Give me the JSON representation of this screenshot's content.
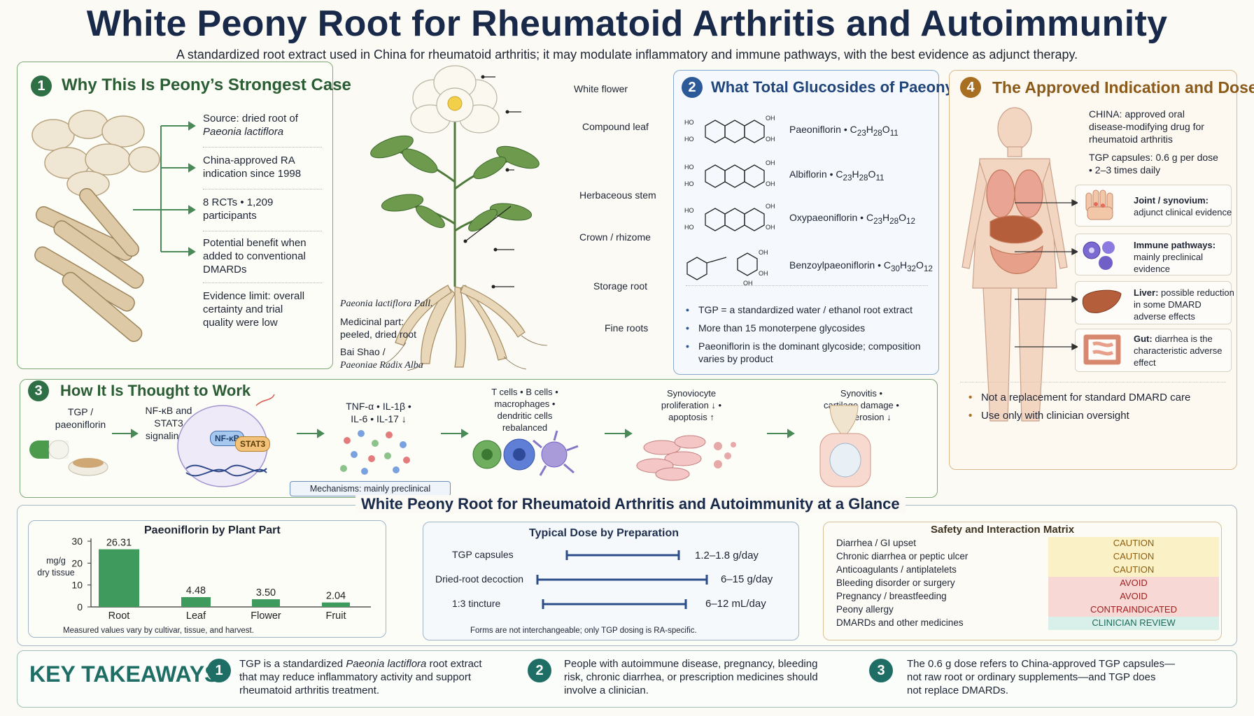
{
  "header": {
    "title": "White Peony Root for Rheumatoid Arthritis and Autoimmunity",
    "subtitle": "A standardized root extract used in China for rheumatoid arthritis; it may modulate inflammatory and immune pathways, with the best evidence as adjunct therapy."
  },
  "panel1": {
    "num": "1",
    "title": "Why This Is Peony’s Strongest Case",
    "items": [
      {
        "l1": "Source: dried root of",
        "l2": "Paeonia lactiflora"
      },
      {
        "l1": "China-approved RA",
        "l2": "indication since 1998"
      },
      {
        "l1": "8 RCTs • 1,209",
        "l2": "participants"
      },
      {
        "l1": "Potential benefit when",
        "l2": "added to conventional",
        "l3": "DMARDs"
      },
      {
        "l1": "Evidence limit: overall",
        "l2": "certainty and trial",
        "l3": "quality were low"
      }
    ]
  },
  "plant": {
    "labels": [
      "White flower",
      "Compound leaf",
      "Herbaceous stem",
      "Crown / rhizome",
      "Storage root",
      "Fine roots"
    ],
    "species": "Paeonia lactiflora Pall.",
    "medicinal1": "Medicinal part:",
    "medicinal2": "peeled, dried root",
    "name1": "Bai Shao /",
    "name2": "Paeoniae Radix Alba"
  },
  "panel2": {
    "num": "2",
    "title": "What Total Glucosides of Paeony Is",
    "compounds": [
      {
        "name": "Paeoniflorin • C",
        "f1": "23",
        "f2": "H",
        "f3": "28",
        "f4": "O",
        "f5": "11"
      },
      {
        "name": "Albiflorin • C",
        "f1": "23",
        "f2": "H",
        "f3": "28",
        "f4": "O",
        "f5": "11"
      },
      {
        "name": "Oxypaeoniflorin • C",
        "f1": "23",
        "f2": "H",
        "f3": "28",
        "f4": "O",
        "f5": "12"
      },
      {
        "name": "Benzoylpaeoniflorin • C",
        "f1": "30",
        "f2": "H",
        "f3": "32",
        "f4": "O",
        "f5": "12"
      }
    ],
    "groups": [
      "HO",
      "OH",
      "HO",
      "OH"
    ],
    "bullets": [
      "TGP = a standardized water / ethanol root extract",
      "More than 15 monoterpene glycosides",
      "Paeoniflorin is the dominant glycoside; composition",
      "varies by product"
    ]
  },
  "panel4": {
    "num": "4",
    "title": "The Approved Indication and Dose",
    "approved": [
      "CHINA: approved oral",
      "disease-modifying drug for",
      "rheumatoid arthritis"
    ],
    "dose": [
      "TGP capsules: 0.6 g per dose",
      "• 2–3 times daily"
    ],
    "organs": [
      {
        "b": "Joint / synovium:",
        "r": [
          "adjunct clinical evidence"
        ]
      },
      {
        "b": "Immune pathways:",
        "r": [
          "mainly preclinical",
          "evidence"
        ]
      },
      {
        "b": "Liver:",
        "r1": " possible reduction",
        "r": [
          "in some DMARD",
          "adverse effects"
        ]
      },
      {
        "b": "Gut:",
        "r1": " diarrhea is the",
        "r": [
          "characteristic adverse",
          "effect"
        ]
      }
    ],
    "bullets": [
      "Not a replacement for standard DMARD care",
      "Use only with clinician oversight"
    ]
  },
  "panel3": {
    "num": "3",
    "title": "How It Is Thought to Work",
    "steps": [
      {
        "l1": "TGP /",
        "l2": "paeoniflorin"
      },
      {
        "l1": "NF-κB and",
        "l2": "STAT3",
        "l3": "signaling ↓"
      },
      {
        "l1": "TNF-α • IL-1β •",
        "l2": "IL-6 • IL-17 ↓"
      },
      {
        "l1": "T cells • B cells •",
        "l2": "macrophages •",
        "l3": "dendritic cells",
        "l4": "rebalanced"
      },
      {
        "l1": "Synoviocyte",
        "l2": "proliferation ↓ •",
        "l3": "apoptosis ↑"
      },
      {
        "l1": "Synovitis •",
        "l2": "cartilage damage •",
        "l3": "bone erosion ↓"
      }
    ],
    "nfkb": "NF-κB",
    "stat3": "STAT3",
    "note": "Mechanisms: mainly preclinical"
  },
  "glance": {
    "title": "White Peony Root for Rheumatoid Arthritis and Autoimmunity at a Glance"
  },
  "chart_data": {
    "type": "bar",
    "title": "Paeoniflorin by Plant Part",
    "ylabel": "mg/g dry tissue",
    "ylabel1": "mg/g",
    "ylabel2": "dry tissue",
    "categories": [
      "Root",
      "Leaf",
      "Flower",
      "Fruit"
    ],
    "values": [
      26.31,
      4.48,
      3.5,
      2.04
    ],
    "value_labels": [
      "26.31",
      "4.48",
      "3.50",
      "2.04"
    ],
    "yticks": [
      "0",
      "10",
      "20",
      "30"
    ],
    "ylim": [
      0,
      30
    ],
    "note": "Measured values vary by cultivar, tissue, and harvest.",
    "color": "#3f9a5e"
  },
  "dose_chart": {
    "title": "Typical Dose by Preparation",
    "rows": [
      {
        "label": "TGP capsules",
        "range": "1.2–1.8 g/day"
      },
      {
        "label": "Dried-root decoction",
        "range": "6–15 g/day"
      },
      {
        "label": "1:3 tincture",
        "range": "6–12 mL/day"
      }
    ],
    "note": "Forms are not interchangeable; only TGP dosing is RA-specific."
  },
  "matrix": {
    "title": "Safety and Interaction Matrix",
    "rows": [
      {
        "label": "Diarrhea / GI upset",
        "value": "CAUTION"
      },
      {
        "label": "Chronic diarrhea or peptic ulcer",
        "value": "CAUTION"
      },
      {
        "label": "Anticoagulants / antiplatelets",
        "value": "CAUTION"
      },
      {
        "label": "Bleeding disorder or surgery",
        "value": "AVOID"
      },
      {
        "label": "Pregnancy / breastfeeding",
        "value": "AVOID"
      },
      {
        "label": "Peony allergy",
        "value": "CONTRAINDICATED"
      },
      {
        "label": "DMARDs and other medicines",
        "value": "CLINICIAN REVIEW"
      }
    ]
  },
  "takeaways": {
    "title": "KEY TAKEAWAYS",
    "items": [
      {
        "num": "1",
        "a": "TGP is a standardized ",
        "ai": "Paeonia lactiflora",
        "b": " root extract",
        "l2": "that may reduce inflammatory activity and support",
        "l3": "rheumatoid arthritis treatment."
      },
      {
        "num": "2",
        "a": "People with autoimmune disease, pregnancy, bleeding",
        "l2": "risk, chronic diarrhea, or prescription medicines should",
        "l3": "involve a clinician."
      },
      {
        "num": "3",
        "a": "The 0.6 g dose refers to China-approved TGP capsules—",
        "l2": "not raw root or ordinary supplements—and TGP does",
        "l3": "not replace DMARDs."
      }
    ]
  }
}
